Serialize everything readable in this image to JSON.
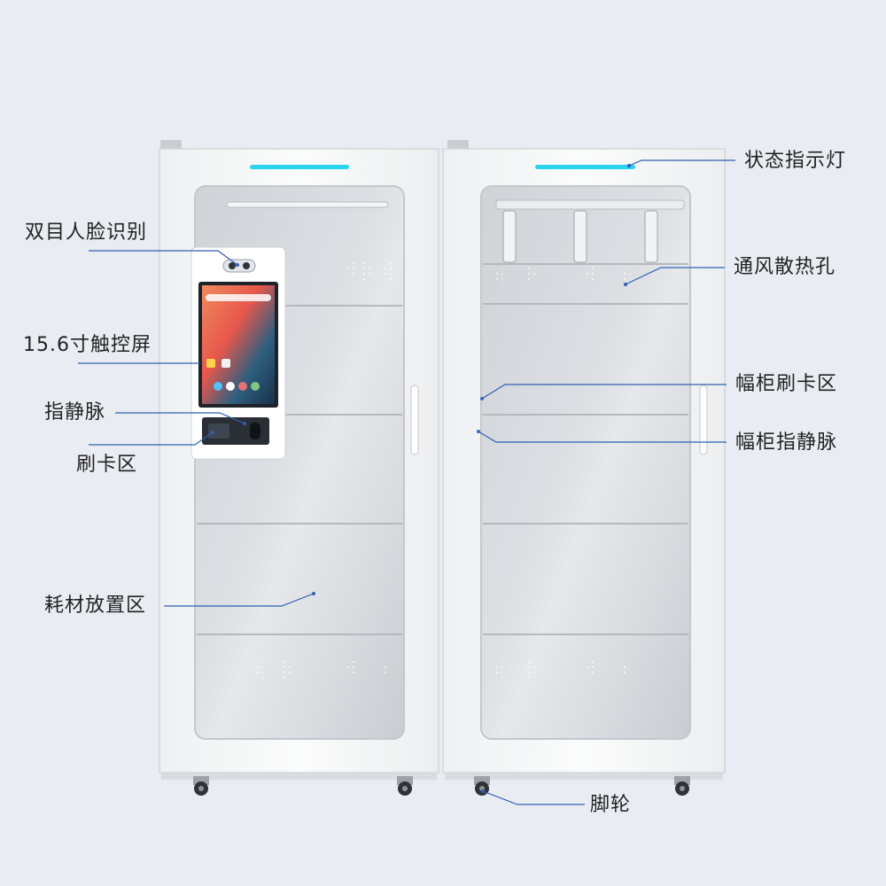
{
  "callouts": {
    "status_light": "状态指示灯",
    "binocular_face": "双目人脸识别",
    "vent_holes": "通风散热孔",
    "touchscreen": "15.6寸触控屏",
    "cabinet_card_area": "幅柜刷卡区",
    "finger_vein": "指静脉",
    "cabinet_finger_vein": "幅柜指静脉",
    "card_area": "刷卡区",
    "consumables_area": "耗材放置区",
    "casters": "脚轮"
  },
  "colors": {
    "background": "#e9ecf2",
    "cabinet_body": "#f7f8f9",
    "glass": "#d5d8dc",
    "status_light": "#29d4ee",
    "leader_line": "#2f5fb3"
  }
}
